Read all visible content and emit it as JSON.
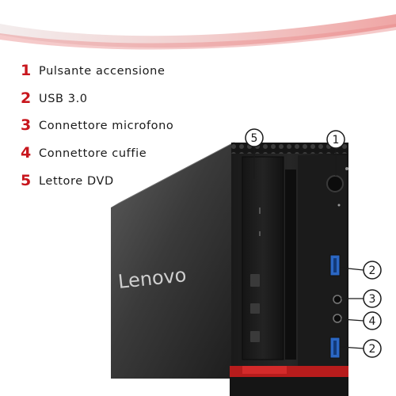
{
  "legend": [
    {
      "number": "1",
      "label": "Pulsante accensione"
    },
    {
      "number": "2",
      "label": "USB 3.0"
    },
    {
      "number": "3",
      "label": "Connettore microfono"
    },
    {
      "number": "4",
      "label": "Connettore cuffie"
    },
    {
      "number": "5",
      "label": "Lettore DVD"
    }
  ],
  "product": {
    "brand_logo": "Lenovo"
  },
  "callouts": {
    "power": "1",
    "usb_top": "2",
    "mic": "3",
    "headphone": "4",
    "dvd": "5",
    "usb_bottom": "2"
  },
  "colors": {
    "accent": "#c8161d",
    "case": "#1c1c1c",
    "usb_blue": "#2b67c4"
  }
}
